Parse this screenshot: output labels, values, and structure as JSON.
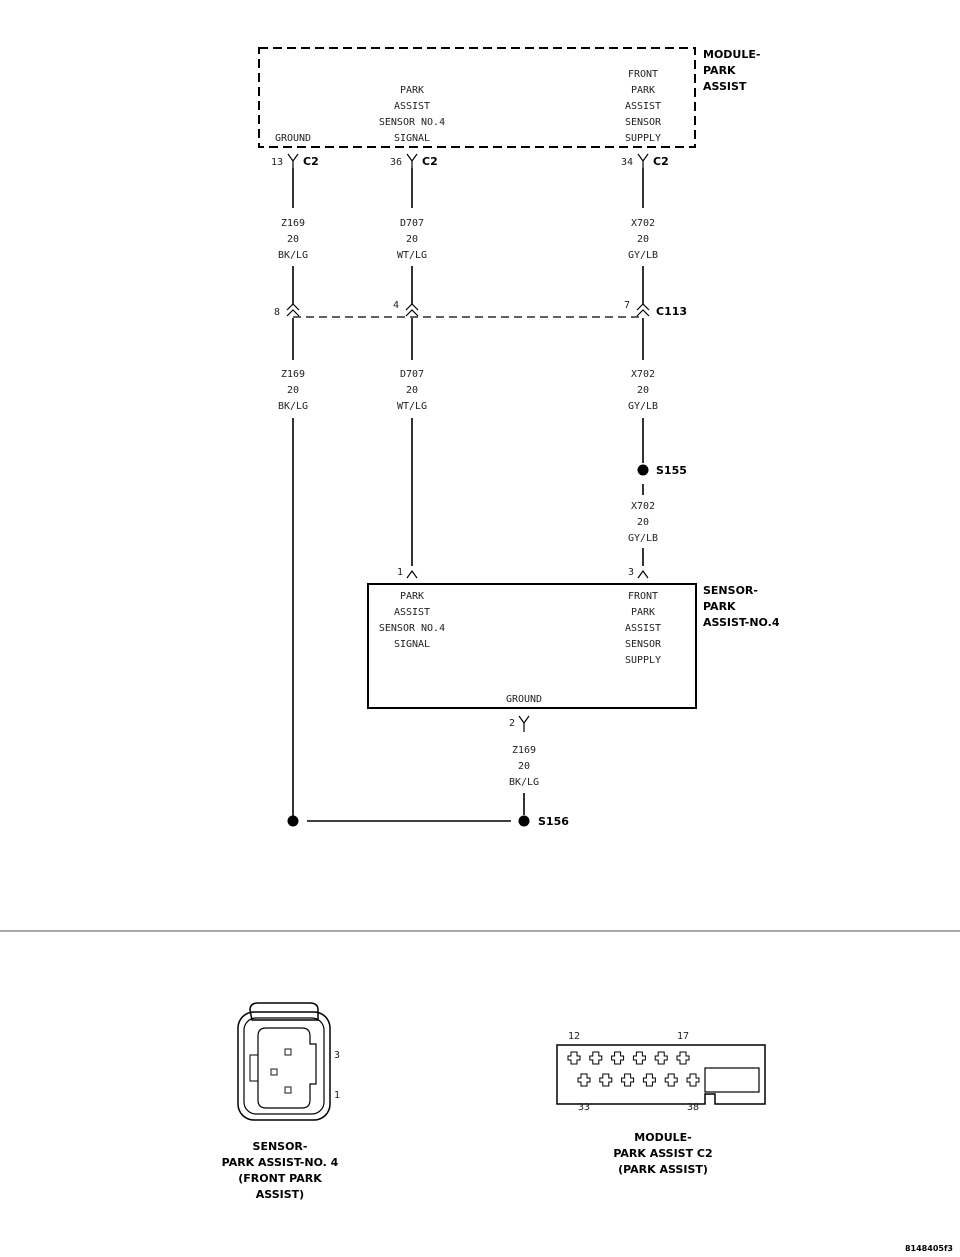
{
  "module": {
    "title": [
      "MODULE-",
      "PARK",
      "ASSIST"
    ],
    "ground_label": "GROUND",
    "signal_label": [
      "PARK",
      "ASSIST",
      "SENSOR NO.4",
      "SIGNAL"
    ],
    "supply_label": [
      "FRONT",
      "PARK",
      "ASSIST",
      "SENSOR",
      "SUPPLY"
    ]
  },
  "module_pins": {
    "ground": {
      "pin": "13",
      "connector": "C2"
    },
    "signal": {
      "pin": "36",
      "connector": "C2"
    },
    "supply": {
      "pin": "34",
      "connector": "C2"
    }
  },
  "wires_upper": {
    "ground": [
      "Z169",
      "20",
      "BK/LG"
    ],
    "signal": [
      "D707",
      "20",
      "WT/LG"
    ],
    "supply": [
      "X702",
      "20",
      "GY/LB"
    ]
  },
  "inline_connector": {
    "name": "C113",
    "pins": {
      "ground": "8",
      "signal": "4",
      "supply": "7"
    }
  },
  "wires_lower": {
    "ground": [
      "Z169",
      "20",
      "BK/LG"
    ],
    "signal": [
      "D707",
      "20",
      "WT/LG"
    ],
    "supply": [
      "X702",
      "20",
      "GY/LB"
    ]
  },
  "splice_s155": {
    "name": "S155",
    "wire": [
      "X702",
      "20",
      "GY/LB"
    ]
  },
  "sensor": {
    "title": [
      "SENSOR-",
      "PARK",
      "ASSIST-NO.4"
    ],
    "signal_label": [
      "PARK",
      "ASSIST",
      "SENSOR NO.4",
      "SIGNAL"
    ],
    "supply_label": [
      "FRONT",
      "PARK",
      "ASSIST",
      "SENSOR",
      "SUPPLY"
    ],
    "ground_label": "GROUND",
    "pins": {
      "signal": "1",
      "supply": "3",
      "ground": "2"
    },
    "ground_wire": [
      "Z169",
      "20",
      "BK/LG"
    ]
  },
  "splice_s156": {
    "name": "S156"
  },
  "connector_views": {
    "sensor": {
      "pins": [
        "3",
        "1"
      ],
      "caption": [
        "SENSOR-",
        "PARK ASSIST-NO. 4",
        "(FRONT PARK",
        "ASSIST)"
      ]
    },
    "module": {
      "pins": [
        "12",
        "17",
        "33",
        "38"
      ],
      "caption": [
        "MODULE-",
        "PARK ASSIST C2",
        "(PARK ASSIST)"
      ]
    }
  },
  "figure_id": "8148405f3"
}
